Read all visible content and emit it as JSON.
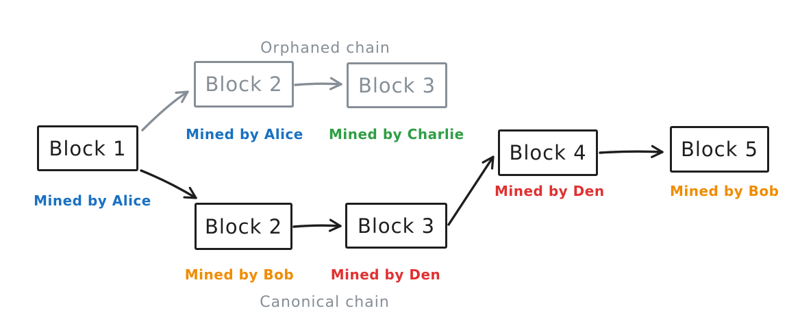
{
  "colors": {
    "background": "#ffffff",
    "black": "#1e1e1e",
    "gray": "#868e96",
    "blue": "#1971c2",
    "green": "#2f9e44",
    "orange": "#f08c00",
    "red": "#e03131"
  },
  "chains": {
    "orphaned_label": "Orphaned chain",
    "canonical_label": "Canonical chain"
  },
  "blocks": {
    "block1": {
      "label": "Block 1",
      "miner": "Mined by Alice"
    },
    "orphan_block2": {
      "label": "Block 2",
      "miner": "Mined by Alice"
    },
    "orphan_block3": {
      "label": "Block 3",
      "miner": "Mined by Charlie"
    },
    "canon_block2": {
      "label": "Block 2",
      "miner": "Mined by Bob"
    },
    "canon_block3": {
      "label": "Block 3",
      "miner": "Mined by Den"
    },
    "canon_block4": {
      "label": "Block 4",
      "miner": "Mined by Den"
    },
    "canon_block5": {
      "label": "Block 5",
      "miner": "Mined by Bob"
    }
  }
}
